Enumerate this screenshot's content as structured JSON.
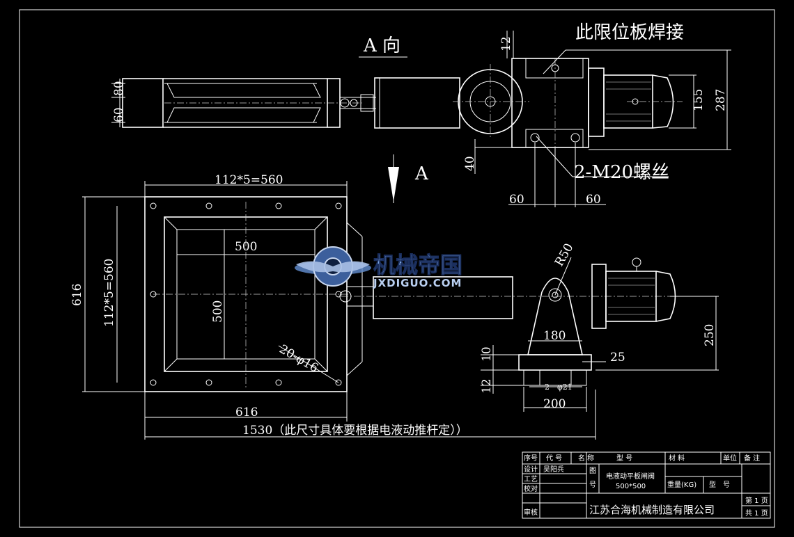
{
  "title_note": "此限位板焊接",
  "view_label": "A 向",
  "arrow_label": "A",
  "thread_note": "2-M20螺丝",
  "dims": {
    "d12_top": "12",
    "d80": "80",
    "d60_left": "60",
    "d155": "155",
    "d287": "287",
    "d40": "40",
    "d60_a": "60",
    "d60_b": "60",
    "d112x5_top": "112*5=560",
    "d112x5_side": "112*5=560",
    "d616_side": "616",
    "d500_h": "500",
    "d500_v": "500",
    "d20_holes": "20-φ16",
    "d616_bottom": "616",
    "d1530": "1530（此尺寸具体要根据电液动推杆定））",
    "dR50": "R50",
    "d180": "180",
    "d250": "250",
    "d25": "25",
    "d10": "10",
    "d12_bottom": "12",
    "d2phi21": "2－φ21",
    "d200": "200"
  },
  "watermark": {
    "cn": "机械帝国",
    "en": "JXDIGUO.COM"
  },
  "title_block": {
    "headers": [
      "序号",
      "代 号",
      "名 称",
      "型 号",
      "材 料",
      "单位",
      "备 注"
    ],
    "designer_label": "设计",
    "designer_name": "吴阳兵",
    "process_label": "工艺",
    "check_label": "校对",
    "approve_label": "审核",
    "figure_label": "图",
    "number_label": "号",
    "product_name": "电液动平板闸阀",
    "product_spec": "500*500",
    "weight_label": "重量(KG)",
    "type_label": "型　号",
    "company": "江苏合海机械制造有限公司",
    "page": "第 1 页",
    "total": "共 1 页"
  }
}
